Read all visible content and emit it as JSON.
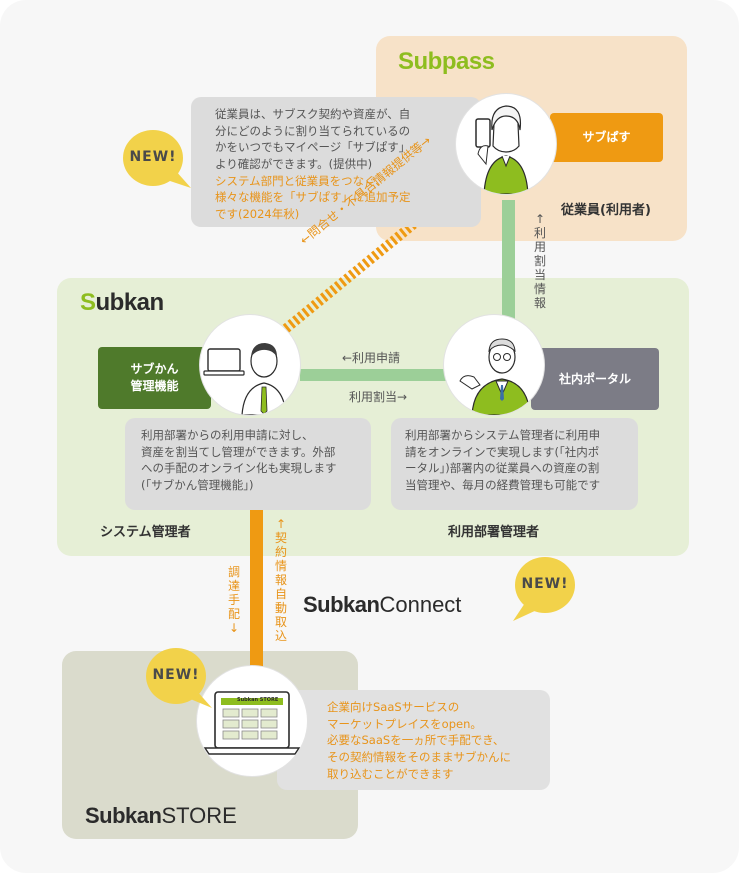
{
  "subpass": {
    "logo": "Subpass",
    "tag": "サブぱす",
    "role": "従業員(利用者)",
    "callout_lines": [
      "従業員は、サブスク契約や資産が、自",
      "分にどのように割り当てられているの",
      "かをいつでもマイページ「サブぱす」",
      "より確認ができます。(提供中)"
    ],
    "callout_highlight": [
      "システム部門と従業員をつなぐ、",
      "様々な機能を「サブぱす」に追加予定",
      "です(2024年秋)"
    ]
  },
  "subkan": {
    "logo": "Subkan",
    "admin_tag_lines": [
      "サブかん",
      "管理機能"
    ],
    "portal_tag": "社内ポータル",
    "admin_role": "システム管理者",
    "dept_role": "利用部署管理者",
    "admin_callout_lines": [
      "利用部署からの利用申請に対し、",
      "資産を割当てし管理ができます。外部",
      "への手配のオンライン化も実現します",
      "(「サブかん管理機能」)"
    ],
    "dept_callout_lines": [
      "利用部署からシステム管理者に利用申",
      "請をオンラインで実現します(「社内ポ",
      "ータル」)部署内の従業員への資産の割",
      "当管理や、毎月の経費管理も可能です"
    ]
  },
  "connect": {
    "logo_main": "Subkan",
    "logo_light": "Connect"
  },
  "store": {
    "logo_main": "Subkan",
    "logo_light": "STORE",
    "screen_logo": "Subkan STORE",
    "callout_lines": [
      "企業向けSaaSサービスの",
      "マーケットプレイスをopen。",
      "必要なSaaSを一ヵ所で手配でき、",
      "その契約情報をそのままサブかんに",
      "取り込むことができます"
    ]
  },
  "connectors": {
    "inquiry": "←問合せ・不具合情報提供等→",
    "usage_assign_vertical": "↑利用割当情報",
    "usage_request": "←利用申請",
    "usage_assign": "利用割当→",
    "procurement_vertical": "調達手配↓",
    "contract_import_vertical": "↑契約情報自動取込"
  },
  "new_badges": [
    "NEW!",
    "NEW!",
    "NEW!"
  ],
  "colors": {
    "subpass_panel": "#f7e2c8",
    "subkan_panel": "#e6efd6",
    "store_panel": "#dadbcc",
    "orange": "#ef9a12",
    "green": "#9ccf98",
    "lime": "#8ebd1f",
    "dark_green": "#4f7a2b",
    "gray_tag": "#7c7c86",
    "yellow": "#f2d24a"
  }
}
